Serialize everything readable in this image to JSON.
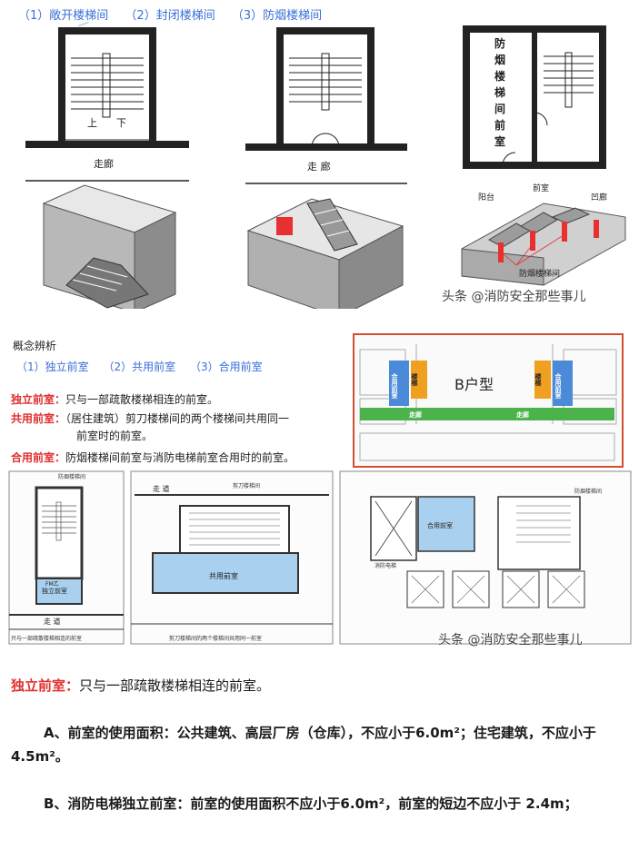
{
  "panel1": {
    "title_items": [
      "（1）敞开楼梯间",
      "（2）封闭楼梯间",
      "（3）防烟楼梯间"
    ],
    "plan_labels": {
      "up": "上",
      "down": "下",
      "corridor1": "走廊",
      "corridor2": "走 廊",
      "smoke_vestibule": [
        "防",
        "烟",
        "楼",
        "梯",
        "间",
        "前",
        "室"
      ]
    },
    "iso_labels": {
      "balcony": "阳台",
      "vestibule": "前室",
      "recess": "凹廊",
      "smoke_stair": "防烟楼梯间"
    },
    "watermark": "头条 @消防安全那些事儿"
  },
  "panel2": {
    "heading": "概念辨析",
    "sub_items": [
      "（1）独立前室",
      "（2）共用前室",
      "（3）合用前室"
    ],
    "definitions": [
      {
        "term": "独立前室：",
        "text": "只与一部疏散楼梯相连的前室。"
      },
      {
        "term": "共用前室：",
        "text": "（居住建筑）剪刀楼梯间的两个楼梯间共用同一"
      },
      {
        "term": "",
        "text": "前室时的前室。"
      },
      {
        "term": "合用前室：",
        "text": "防烟楼梯间前室与消防电梯前室合用时的前室。"
      }
    ],
    "plan_right": {
      "shared": "合用前室",
      "stair": "楼梯",
      "corridor_left": "走廊",
      "corridor_mid": "走廊",
      "center_mark": "B户型"
    },
    "lower_labels": {
      "smoke_stair_left": "防烟楼梯间",
      "independent": "独立前室",
      "fm": "FM乙",
      "corridor": "走 道",
      "left_caption": "只与一部疏散楼梯相连的前室",
      "scissor": "剪刀楼梯间",
      "shared": "共用前室",
      "mid_corridor": "走 道",
      "mid_caption": "剪刀楼梯间的两个楼梯间共用同一前室",
      "right_stair": "防烟楼梯间",
      "combined": "合用前室",
      "fire_elevator": "消防电梯"
    },
    "watermark": "头条 @消防安全那些事儿"
  },
  "body": {
    "p1_term": "独立前室：",
    "p1_text": "只与一部疏散楼梯相连的前室。",
    "p2": "A、前室的使用面积：公共建筑、高层厂房（仓库），不应小于6.0m²；住宅建筑，不应小于4.5m²。",
    "p3": "B、消防电梯独立前室：前室的使用面积不应小于6.0m²，前室的短边不应小于 2.4m；"
  },
  "colors": {
    "blue_text": "#3a6fd8",
    "red_text": "#e03030",
    "green_corridor": "#4cb34c",
    "blue_room": "#4a8ad8",
    "orange_stair": "#f0a020",
    "light_blue_fill": "#a9d0ee"
  }
}
